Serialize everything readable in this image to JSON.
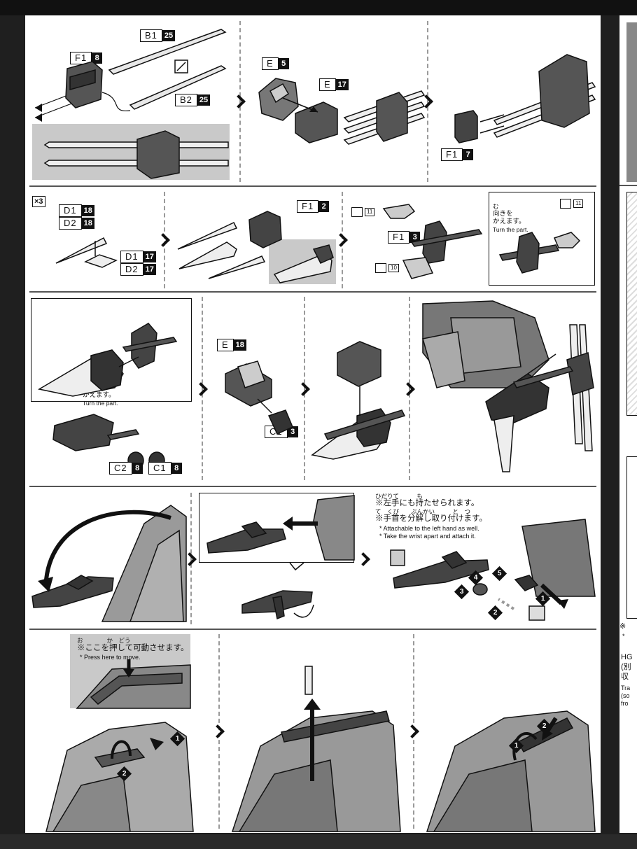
{
  "labels": {
    "b1": {
      "code": "B1",
      "qty": "25"
    },
    "f1_8": {
      "code": "F1",
      "qty": "8"
    },
    "b2": {
      "code": "B2",
      "qty": "25"
    },
    "e5": {
      "code": "E",
      "qty": "5"
    },
    "e17": {
      "code": "E",
      "qty": "17"
    },
    "f1_7": {
      "code": "F1",
      "qty": "7"
    },
    "d1_18": {
      "code": "D1",
      "qty": "18"
    },
    "d2_18": {
      "code": "D2",
      "qty": "18"
    },
    "d1_17": {
      "code": "D1",
      "qty": "17"
    },
    "d2_17": {
      "code": "D2",
      "qty": "17"
    },
    "f1_2": {
      "code": "F1",
      "qty": "2"
    },
    "f1_3": {
      "code": "F1",
      "qty": "3"
    },
    "e18": {
      "code": "E",
      "qty": "18"
    },
    "c1_3": {
      "code": "C1",
      "qty": "3"
    },
    "c2_8": {
      "code": "C2",
      "qty": "8"
    },
    "c1_8": {
      "code": "C1",
      "qty": "8"
    }
  },
  "repeat": "×3",
  "tools": {
    "t11a": "11",
    "t11b": "11",
    "t10": "10"
  },
  "turn_part": {
    "jp_ruby": "む",
    "jp": "向きを",
    "jp2": "かえます。",
    "en": "Turn the part."
  },
  "wrist_note": {
    "jp1": "※左手にも持たせられます。",
    "jp2": "※手首を分解し取り付けます。",
    "ruby1": "ひだりて　　　も",
    "ruby2": "て　くび　　ぶんかい　　　と　つ",
    "en1": "* Attachable to the left hand as well.",
    "en2": "* Take the wrist apart and attach it."
  },
  "press_note": {
    "ruby": "お　　　　か　どう",
    "jp": "※ここを押して可動させます。",
    "en": "* Press here to move."
  },
  "steps": {
    "s1": "1",
    "s2": "2",
    "s3": "3",
    "s4": "4",
    "s5": "5"
  },
  "edge_text": {
    "l1": "※",
    "l2": "*",
    "l3": "HG",
    "l4": "(別",
    "l5": "収",
    "l6": "Tra",
    "l7": "(so",
    "l8": "fro"
  }
}
